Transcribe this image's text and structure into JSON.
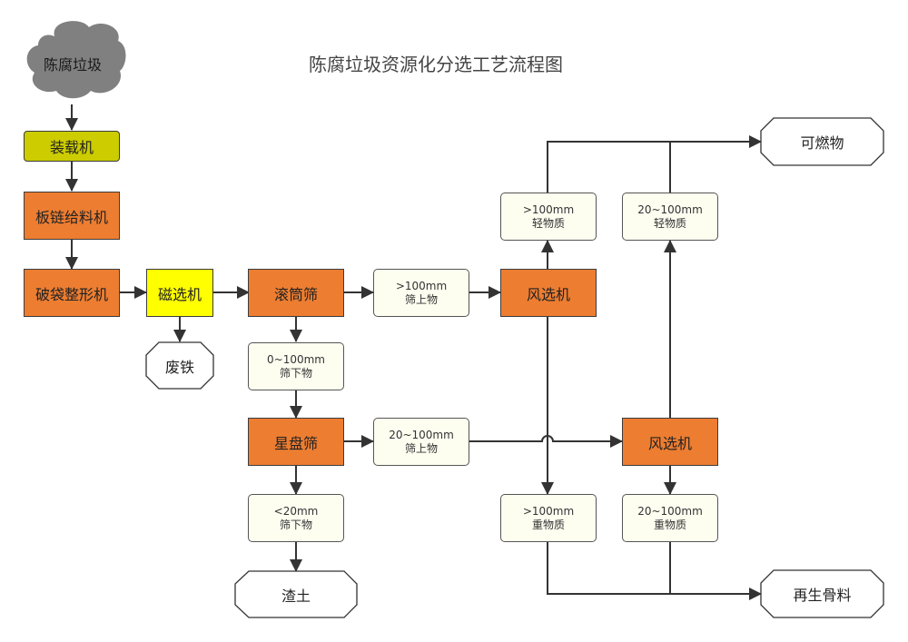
{
  "title": "陈腐垃圾资源化分选工艺流程图",
  "colors": {
    "process_orange": "#ed7d31",
    "loader_olive": "#cccc00",
    "magnet_yellow": "#ffff00",
    "info_fill": "#fdfdf0",
    "cloud_gray": "#808080",
    "line": "#333333"
  },
  "nodes": {
    "source": "陈腐垃圾",
    "loader": "装载机",
    "apron_feeder": "板链给料机",
    "bag_breaker": "破袋整形机",
    "magnetic_separator": "磁选机",
    "scrap_iron": "废铁",
    "trommel": "滚筒筛",
    "trommel_over": {
      "size": ">100mm",
      "label": "筛上物"
    },
    "trommel_under": {
      "size": "0~100mm",
      "label": "筛下物"
    },
    "star_screen": "星盘筛",
    "star_over": {
      "size": "20~100mm",
      "label": "筛上物"
    },
    "star_under": {
      "size": "<20mm",
      "label": "筛下物"
    },
    "soil": "渣土",
    "air_sep_1": "风选机",
    "air_sep_2": "风选机",
    "light_100": {
      "size": ">100mm",
      "label": "轻物质"
    },
    "light_20_100": {
      "size": "20~100mm",
      "label": "轻物质"
    },
    "heavy_100": {
      "size": ">100mm",
      "label": "重物质"
    },
    "heavy_20_100": {
      "size": "20~100mm",
      "label": "重物质"
    },
    "combustibles": "可燃物",
    "recycled_aggregate": "再生骨料"
  }
}
